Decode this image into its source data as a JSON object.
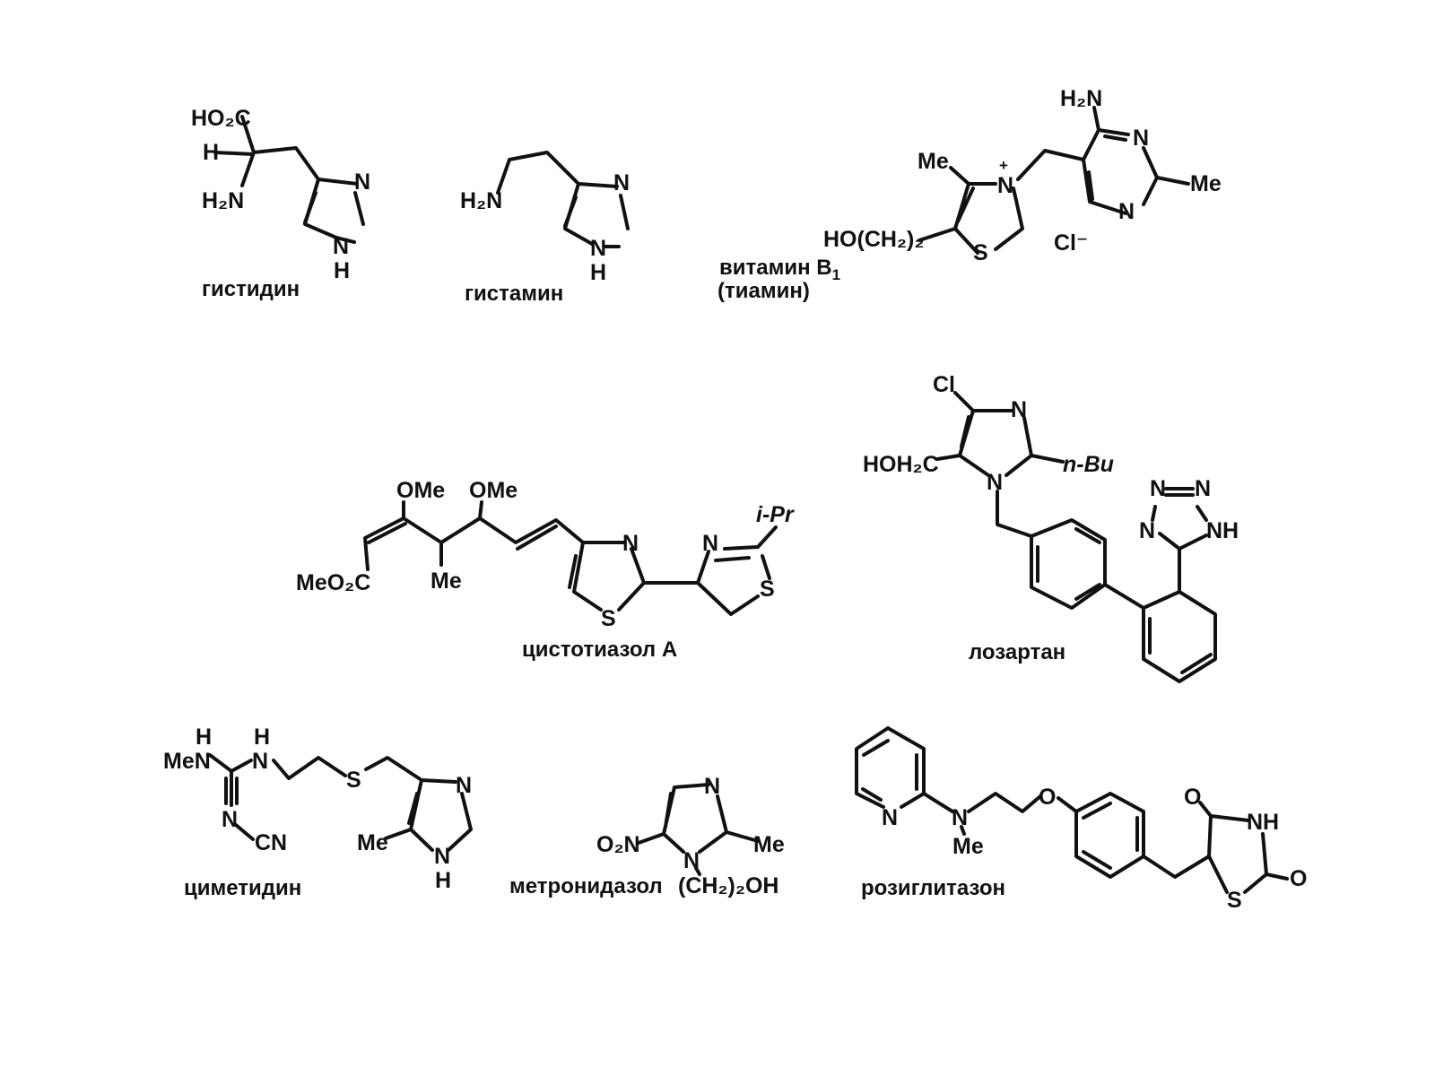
{
  "compounds": {
    "histidine": {
      "name": "гистидин",
      "atoms": {
        "ho2c": "HO₂C",
        "h": "H",
        "h2n": "H₂N",
        "n3": "N",
        "n1": "N",
        "nh": "H"
      }
    },
    "histamine": {
      "name": "гистамин",
      "atoms": {
        "h2n": "H₂N",
        "n3": "N",
        "n1": "N",
        "nh": "H"
      }
    },
    "thiamine": {
      "name_line1": "витамин B",
      "name_sub": "1",
      "name_line2": "(тиамин)",
      "atoms": {
        "me": "Me",
        "nplus": "N",
        "plus": "+",
        "s": "S",
        "side": "HO(CH₂)₂",
        "cl": "Cl⁻",
        "h2n": "H₂N",
        "n1": "N",
        "n3": "N",
        "me2": "Me"
      }
    },
    "cystothiazole": {
      "name": "цистотиазол А",
      "atoms": {
        "ome1": "OMe",
        "ome2": "OMe",
        "meo2c": "MeO₂C",
        "me": "Me",
        "n1": "N",
        "s1": "S",
        "n2": "N",
        "s2": "S",
        "ipr": "i-Pr"
      }
    },
    "losartan": {
      "name": "лозартан",
      "atoms": {
        "cl": "Cl",
        "n3": "N",
        "n1": "N",
        "hoh2c": "HOH₂C",
        "bu": "n-Bu",
        "tn1": "N",
        "tn2": "N",
        "tn3": "N",
        "tnh": "NH"
      }
    },
    "cimetidine": {
      "name": "циметидин",
      "atoms": {
        "h1": "H",
        "h2": "H",
        "men": "MeN",
        "n": "N",
        "n2": "N",
        "cn": "CN",
        "s": "S",
        "me": "Me",
        "n3": "N",
        "n1": "N",
        "nh": "H"
      }
    },
    "metronidazole": {
      "name": "метронидазол",
      "atoms": {
        "o2n": "O₂N",
        "n3": "N",
        "n1": "N",
        "me": "Me",
        "side": "(CH₂)₂OH"
      }
    },
    "rosiglitazone": {
      "name": "розиглитазон",
      "atoms": {
        "npy": "N",
        "n": "N",
        "me": "Me",
        "o": "O",
        "o1": "O",
        "nh": "NH",
        "o2": "O",
        "s": "S"
      }
    }
  }
}
